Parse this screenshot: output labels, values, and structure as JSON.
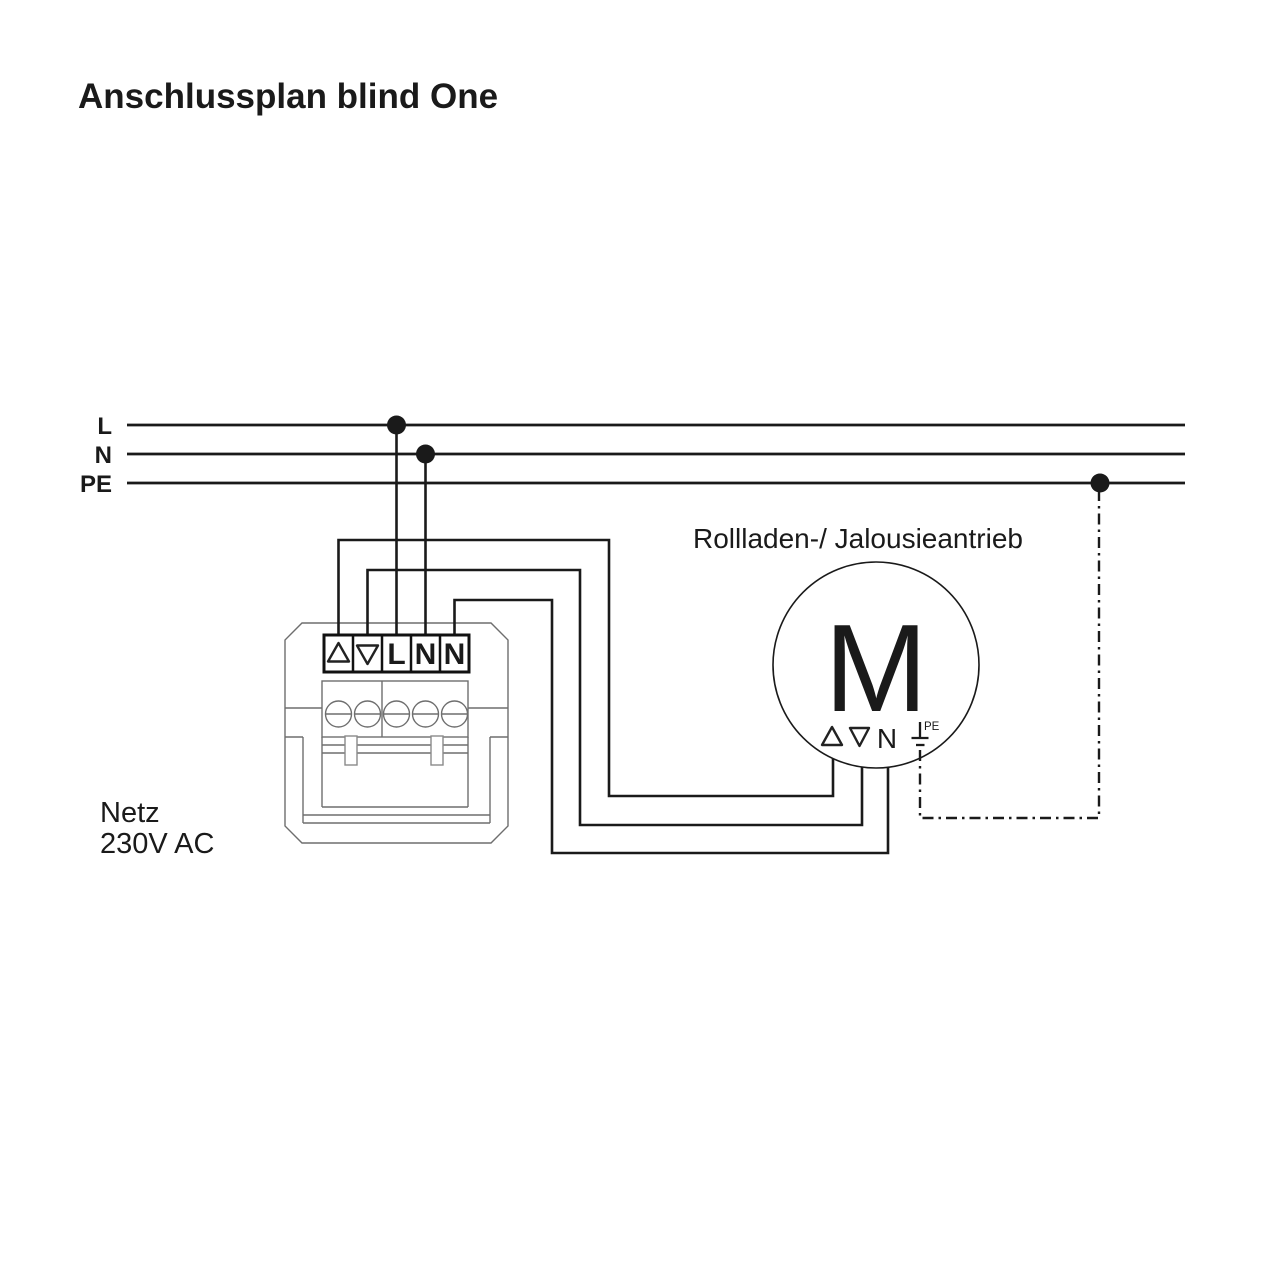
{
  "title": "Anschlussplan blind One",
  "bus": {
    "labels": [
      "L",
      "N",
      "PE"
    ]
  },
  "device": {
    "terminals": [
      "up-triangle-icon",
      "down-triangle-icon",
      "L",
      "N",
      "N"
    ],
    "supply_label": [
      "Netz",
      "230V AC"
    ]
  },
  "motor": {
    "caption": "Rollladen-/ Jalousieantrieb",
    "symbol": "M",
    "terminals": [
      "up-triangle-icon",
      "down-triangle-icon",
      "N",
      "earth-icon"
    ],
    "pe_label": "PE"
  },
  "colors": {
    "wire": "#1a1a1a",
    "device_outline": "#6e6e6e",
    "background": "#ffffff"
  }
}
